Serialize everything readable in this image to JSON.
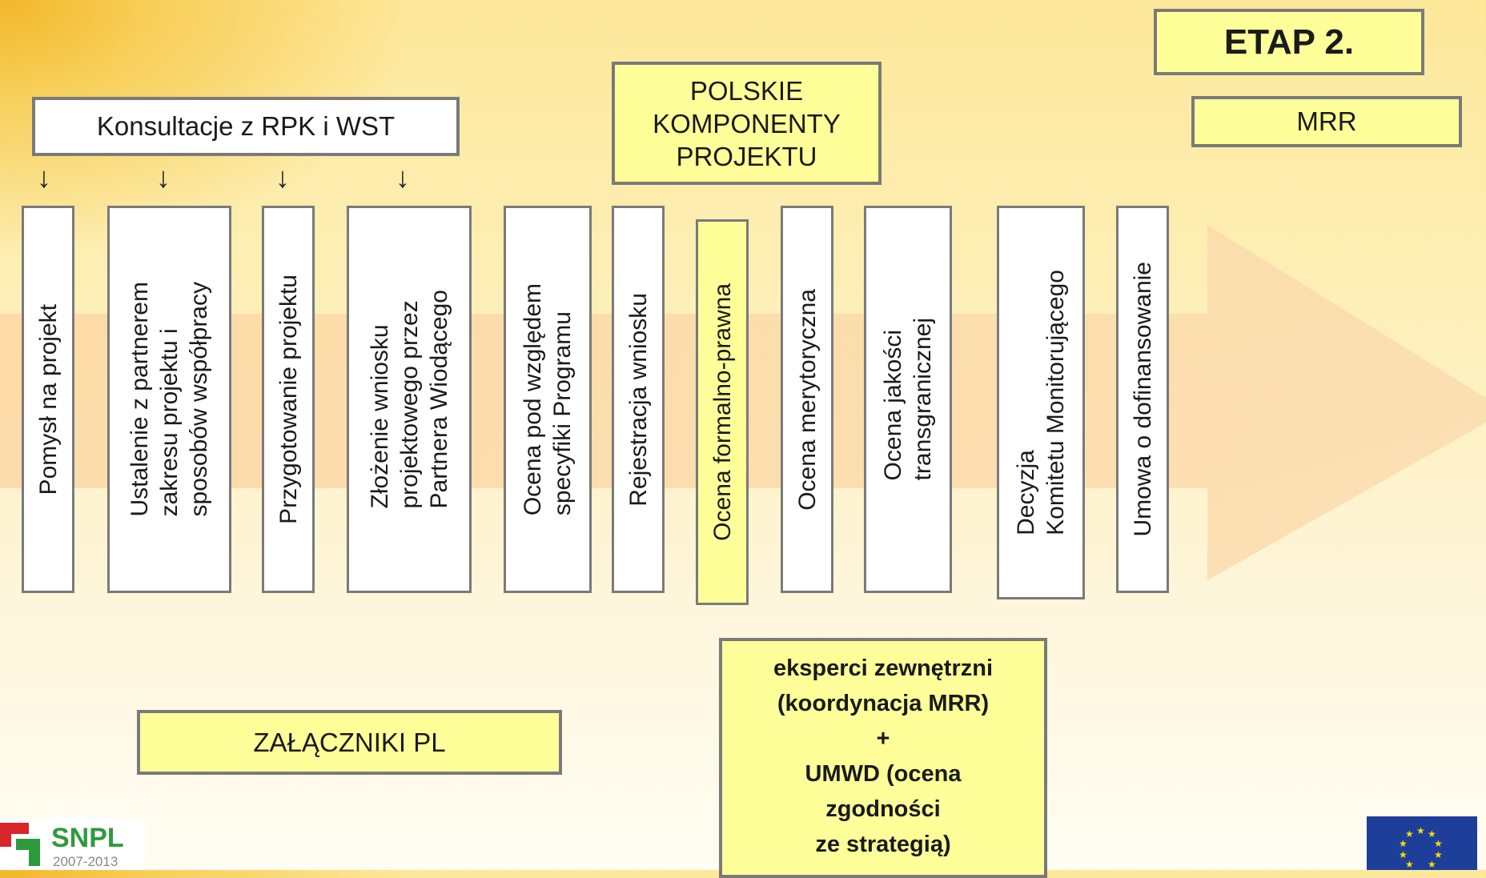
{
  "header": {
    "consult_label": "Konsultacje z RPK i WST",
    "polish_components": [
      "POLSKIE",
      "KOMPONENTY",
      "PROJEKTU"
    ],
    "stage_label": "ETAP 2.",
    "mrr_label": "MRR"
  },
  "arrows": [
    "↓",
    "↓",
    "↓",
    "↓"
  ],
  "steps": [
    "Pomysł na projekt",
    "Ustalenie z partnerem\nzakresu projektu i\nsposobów współpracy",
    "Przygotowanie projektu",
    "Złożenie wniosku\nprojektowego przez\nPartnera Wiodącego",
    "Ocena pod względem\nspecyfiki Programu",
    "Rejestracja wniosku",
    "Ocena formalno-prawna",
    "Ocena merytoryczna",
    "Ocena jakości\ntransgranicznej",
    "Decyzja\nKomitetu Monitorującego",
    "Umowa o dofinansowanie"
  ],
  "highlighted_step_index": 6,
  "attachments_label": "ZAŁĄCZNIKI PL",
  "experts_lines": [
    "eksperci zewnętrzni",
    "(koordynacja MRR)",
    "+",
    "UMWD (ocena",
    "zgodności",
    "ze strategią)"
  ],
  "logo": {
    "text": "SNPL",
    "years": "2007-2013"
  },
  "colors": {
    "highlight": "#ffff99",
    "box_border": "#7a7a7a",
    "arrow_fill": "#fbd9a8"
  }
}
